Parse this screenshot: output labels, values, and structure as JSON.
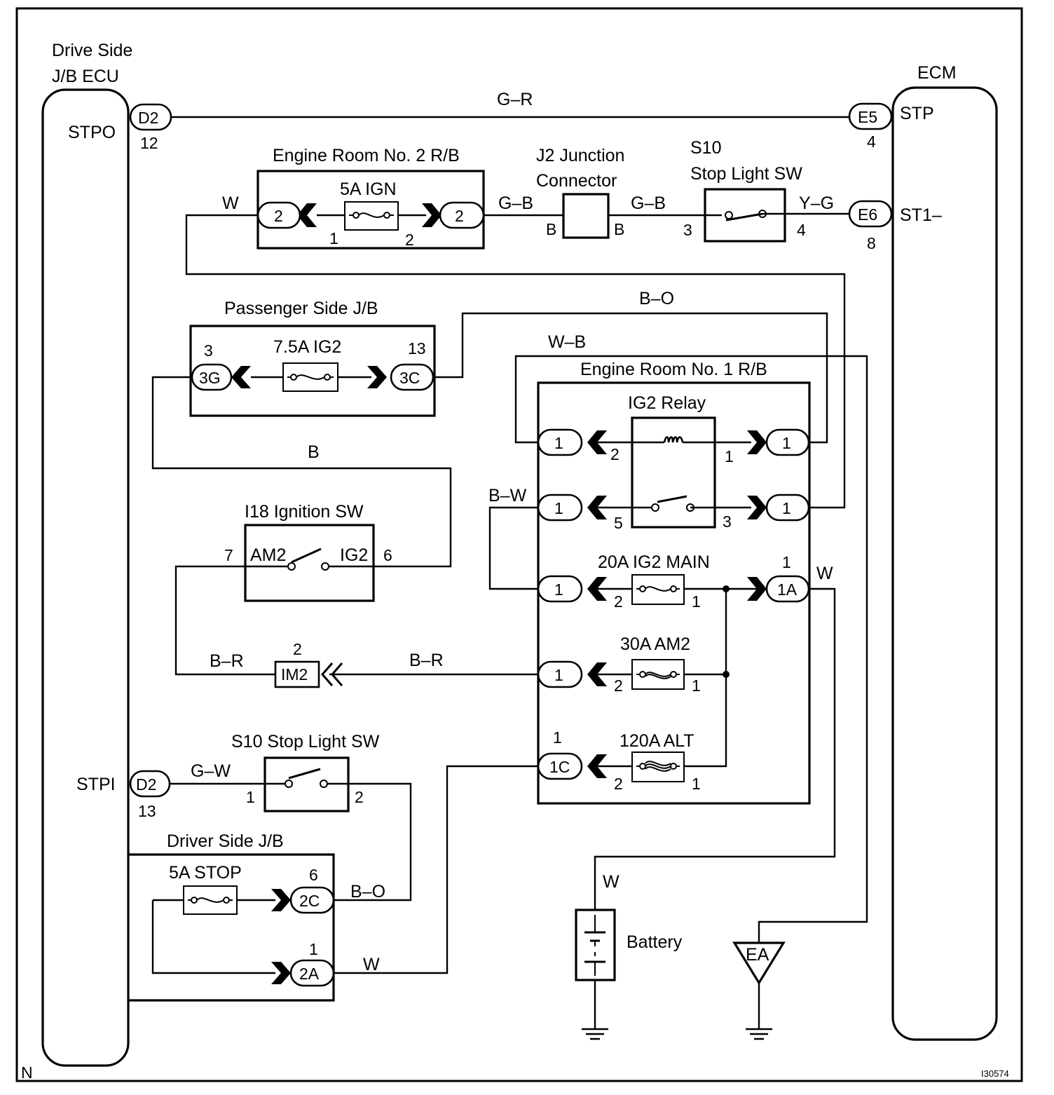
{
  "diagram_id": "I30574",
  "corner_mark": "N",
  "components": {
    "driver_jb_ecu": {
      "line1": "Drive Side",
      "line2": "J/B ECU",
      "stpo": "STPO",
      "stpi": "STPI"
    },
    "ecm": {
      "title": "ECM",
      "stp": "STP",
      "st1": "ST1–"
    },
    "er2_rb": {
      "title": "Engine Room No. 2 R/B",
      "fuse": "5A IGN"
    },
    "j2": {
      "line1": "J2 Junction",
      "line2": "Connector",
      "pin_l": "B",
      "pin_r": "B"
    },
    "s10_top": {
      "line1": "S10",
      "line2": "Stop Light SW"
    },
    "psj": {
      "title": "Passenger Side J/B",
      "fuse": "7.5A IG2"
    },
    "er1_rb": {
      "title": "Engine Room No. 1 R/B",
      "relay": "IG2 Relay",
      "f_ig2main": "20A IG2 MAIN",
      "f_am2": "30A AM2",
      "f_alt": "120A ALT"
    },
    "ign_sw": {
      "title": "I18 Ignition SW",
      "am2": "AM2",
      "ig2": "IG2"
    },
    "s10_bottom": {
      "title": "S10 Stop Light SW"
    },
    "dsj": {
      "title": "Driver Side J/B",
      "fuse": "5A STOP"
    },
    "battery": {
      "label": "Battery"
    },
    "ground": {
      "label": "EA"
    }
  },
  "connectors": {
    "d2_top": "D2",
    "d2_bottom": "D2",
    "e5": "E5",
    "e6": "E6",
    "er2_l": "2",
    "er2_r": "2",
    "c3g": "3G",
    "c3c": "3C",
    "r1": "1",
    "r2": "1",
    "r3": "1",
    "r4": "1",
    "c1_ig2main": "1",
    "c1a": "1A",
    "c1_am2": "1",
    "c1c": "1C",
    "im2": "IM2",
    "c2c": "2C",
    "c2a": "2A"
  },
  "pins": {
    "d2_top": "12",
    "d2_bottom": "13",
    "e5": "4",
    "e6": "8",
    "fuse5a_1": "1",
    "fuse5a_2": "2",
    "s10t_3": "3",
    "s10t_4": "4",
    "psj_3": "3",
    "psj_13": "13",
    "relay_2": "2",
    "relay_1": "1",
    "relay_5": "5",
    "relay_3": "3",
    "ig2m_2": "2",
    "ig2m_1": "1",
    "c1a_top": "1",
    "am2_2": "2",
    "am2_1": "1",
    "c1c_top": "1",
    "alt_2": "2",
    "alt_1": "1",
    "ign_7": "7",
    "ign_6": "6",
    "im2_top": "2",
    "s10b_1": "1",
    "s10b_2": "2",
    "c2c_top": "6",
    "c2a_top": "1"
  },
  "wires": {
    "g_r": "G–R",
    "w_top": "W",
    "g_b_1": "G–B",
    "g_b_2": "G–B",
    "y_g": "Y–G",
    "b_o_top": "B–O",
    "w_b": "W–B",
    "b_mid": "B",
    "b_w": "B–W",
    "w_1a": "W",
    "b_r_left": "B–R",
    "b_r_right": "B–R",
    "g_w": "G–W",
    "b_o_bottom": "B–O",
    "w_2a": "W",
    "w_batt": "W"
  }
}
